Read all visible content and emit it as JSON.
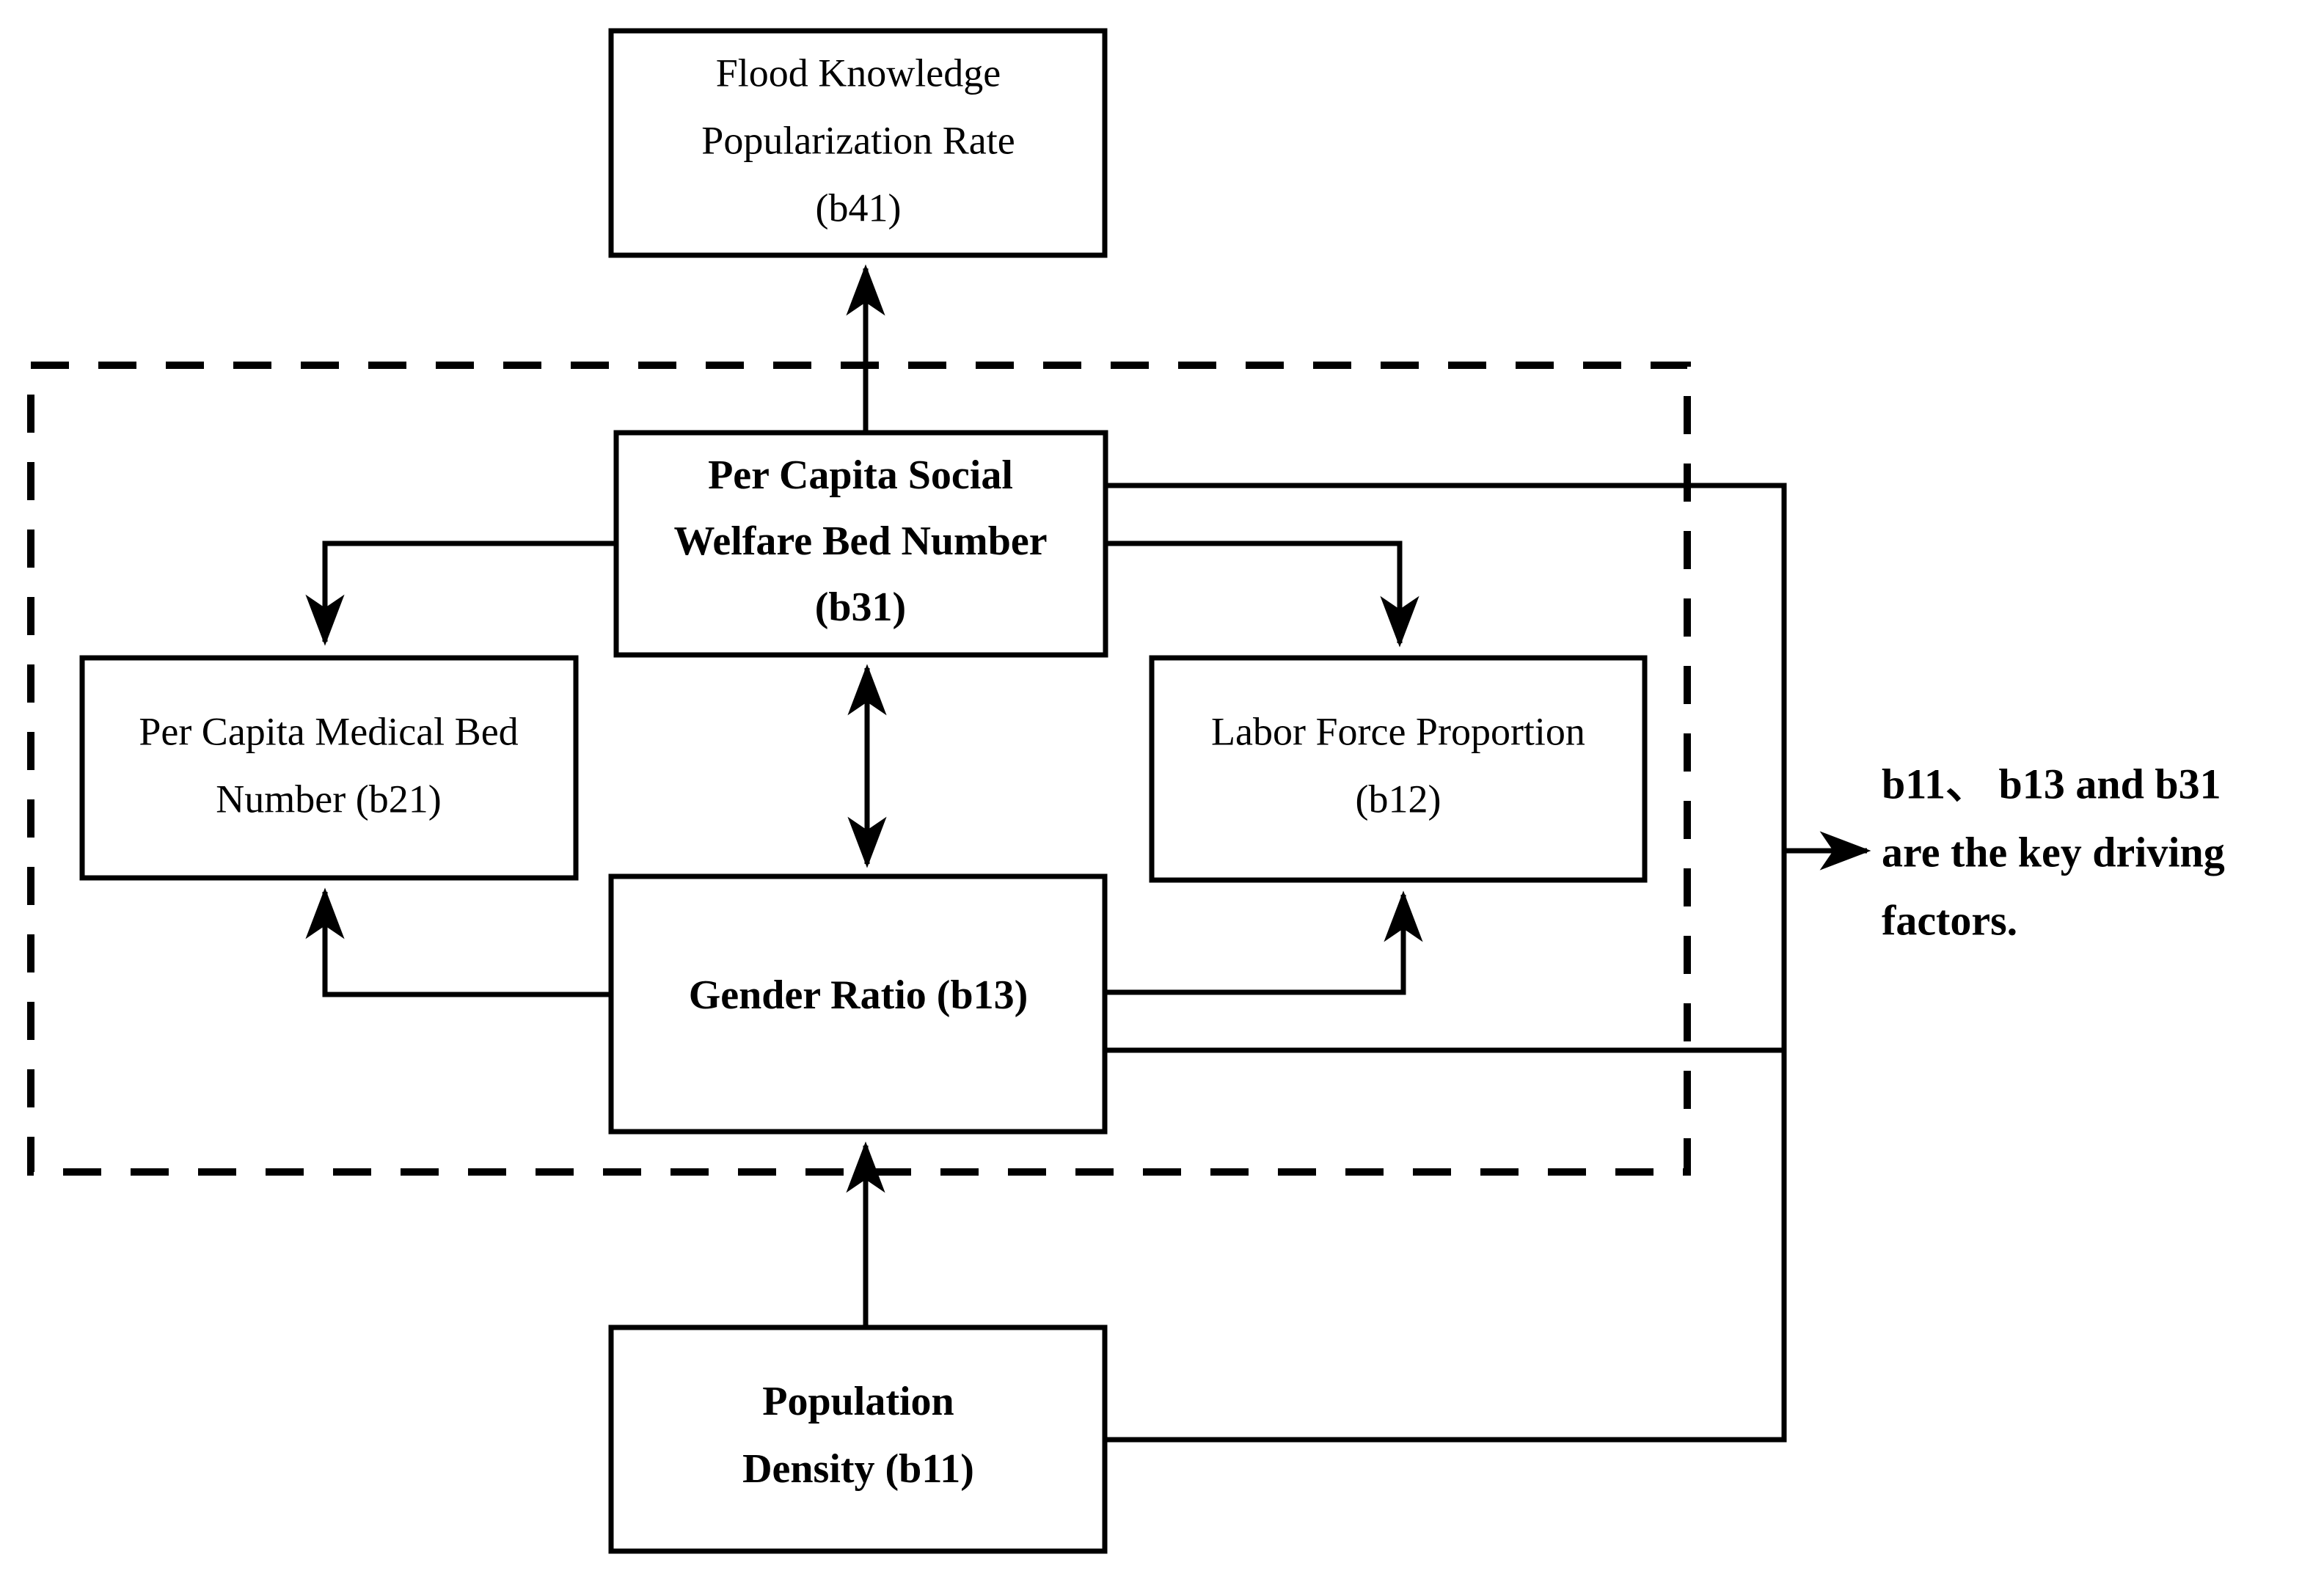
{
  "diagram": {
    "type": "flowchart",
    "title": "",
    "background_color": "#ffffff",
    "line_color": "#000000",
    "text_color": "#000000",
    "nodes": [
      {
        "id": "b41",
        "code": "b41",
        "lines": [
          "Flood Knowledge",
          "Popularization Rate",
          "(b41)"
        ],
        "emphasis": "regular",
        "inside_dashed_group": false
      },
      {
        "id": "b31",
        "code": "b31",
        "lines": [
          "Per Capita Social",
          "Welfare Bed Number",
          "(b31)"
        ],
        "emphasis": "bold",
        "inside_dashed_group": true
      },
      {
        "id": "b21",
        "code": "b21",
        "lines": [
          "Per Capita Medical Bed",
          "Number (b21)"
        ],
        "emphasis": "regular",
        "inside_dashed_group": true
      },
      {
        "id": "b12",
        "code": "b12",
        "lines": [
          "Labor Force Proportion",
          "(b12)"
        ],
        "emphasis": "regular",
        "inside_dashed_group": true
      },
      {
        "id": "b13",
        "code": "b13",
        "lines": [
          "Gender Ratio (b13)"
        ],
        "emphasis": "bold",
        "inside_dashed_group": true
      },
      {
        "id": "b11",
        "code": "b11",
        "lines": [
          "Population",
          "Density (b11)"
        ],
        "emphasis": "bold",
        "inside_dashed_group": false
      }
    ],
    "edges": [
      {
        "from": "b31",
        "to": "b41",
        "arrow": "single"
      },
      {
        "from": "b31",
        "to": "b21",
        "arrow": "single"
      },
      {
        "from": "b31",
        "to": "b12",
        "arrow": "single"
      },
      {
        "from": "b31",
        "to": "b13",
        "arrow": "double"
      },
      {
        "from": "b13",
        "to": "b21",
        "arrow": "single"
      },
      {
        "from": "b13",
        "to": "b12",
        "arrow": "single"
      },
      {
        "from": "b11",
        "to": "b13",
        "arrow": "single"
      },
      {
        "from": "b31",
        "to": "annotation",
        "arrow": "single"
      },
      {
        "from": "b13",
        "to": "annotation",
        "arrow": "single"
      },
      {
        "from": "b11",
        "to": "annotation",
        "arrow": "single"
      }
    ],
    "annotation": {
      "lines": [
        "b11、 b13 and b31",
        "are the key driving",
        "factors."
      ],
      "full_text": "b11、 b13 and b31 are the key driving factors."
    },
    "dashed_group": {
      "label": "",
      "style": "dashed"
    }
  }
}
